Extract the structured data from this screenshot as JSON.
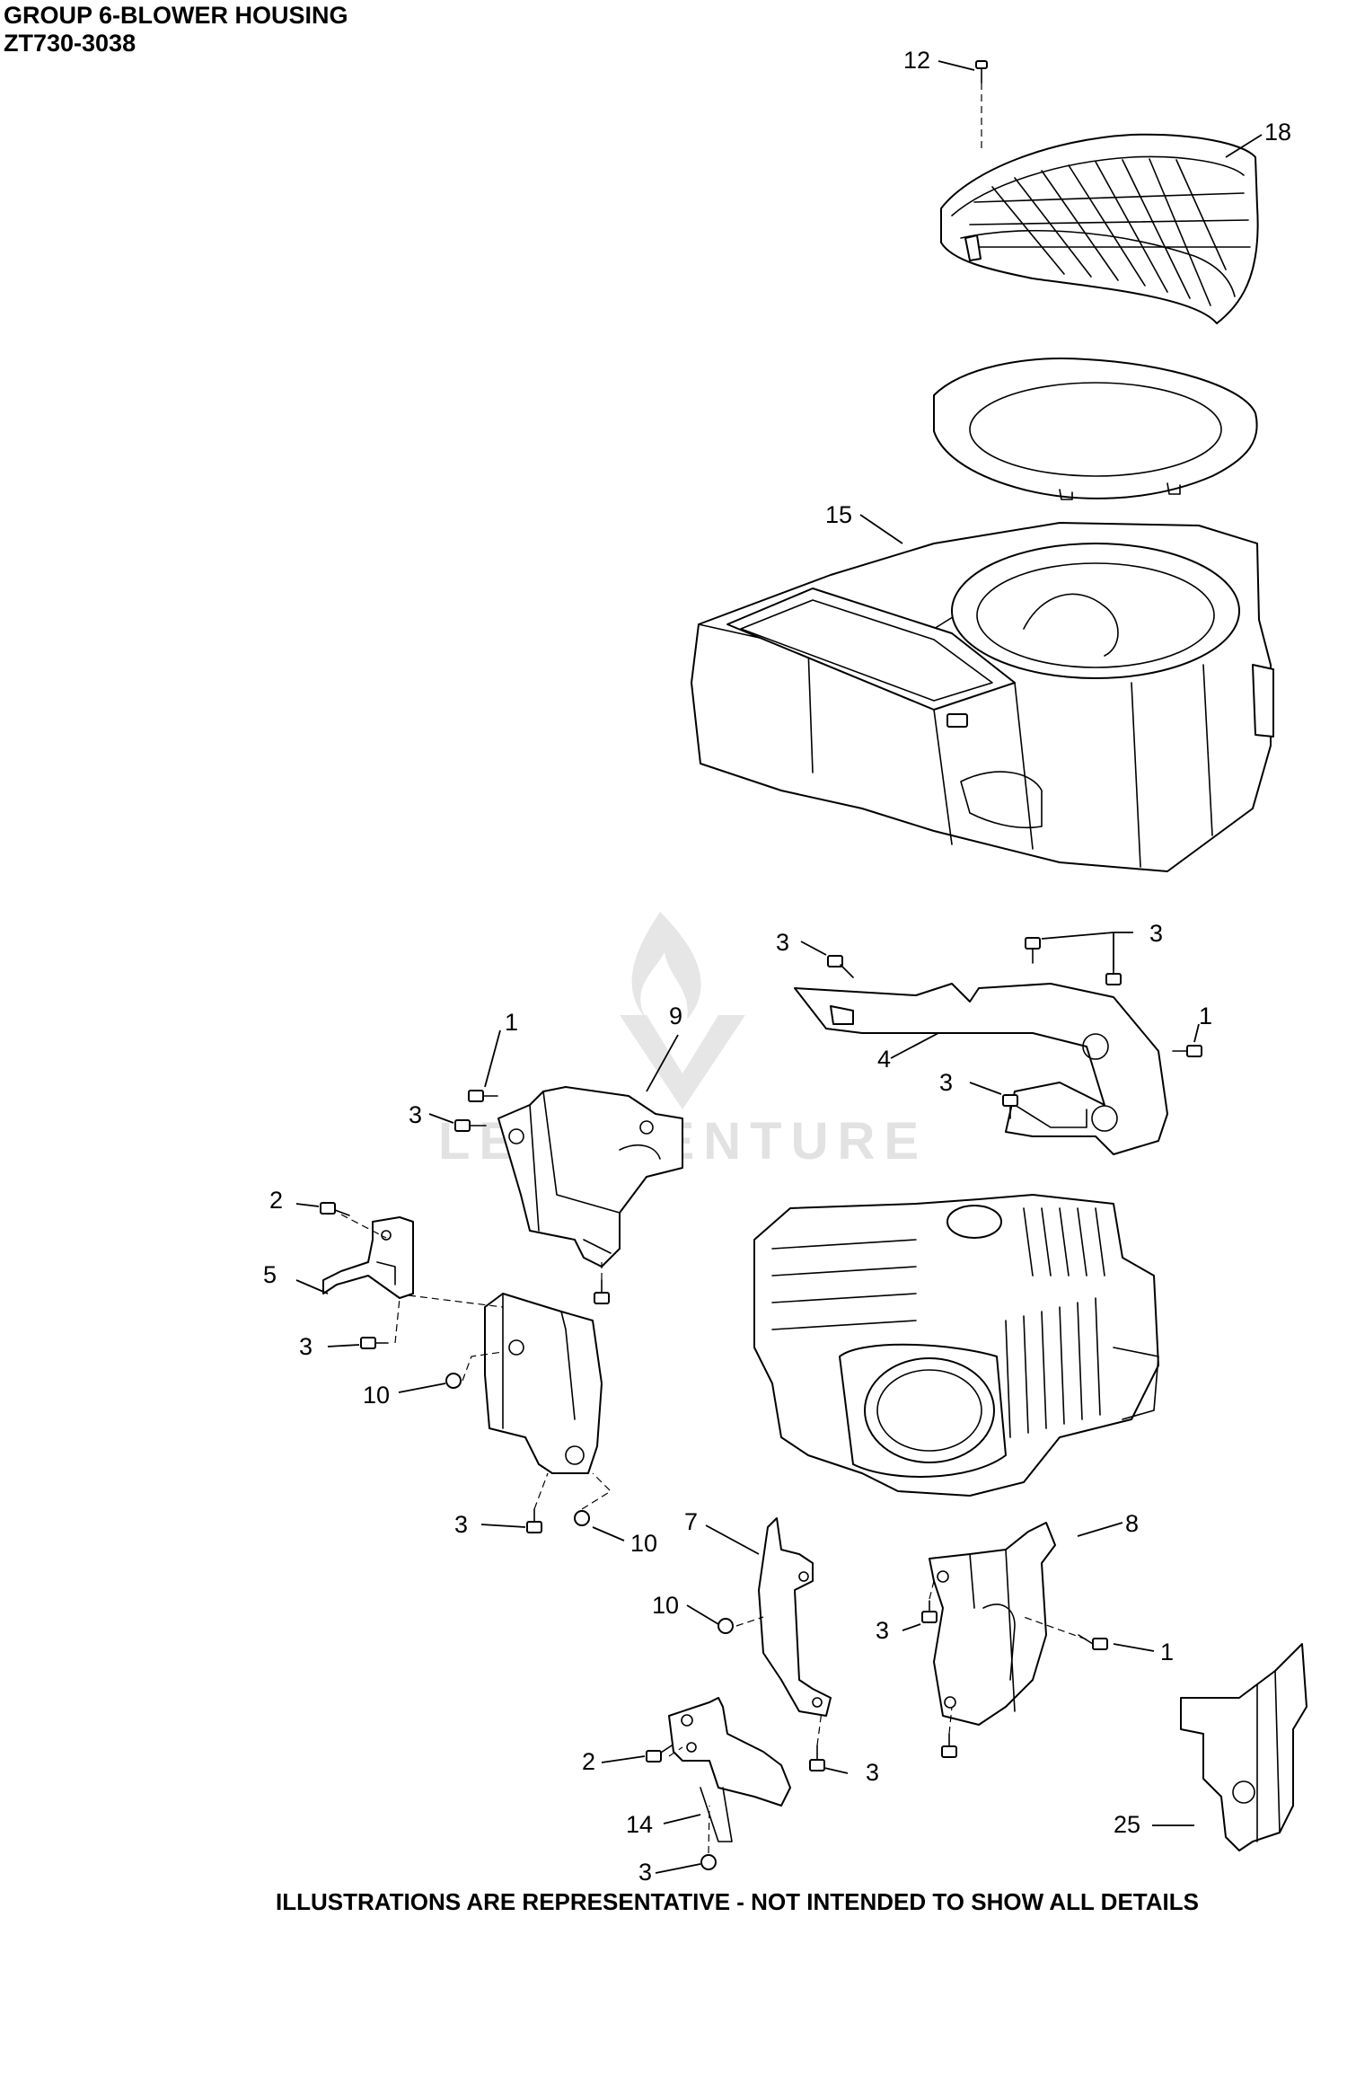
{
  "header": {
    "title": "GROUP 6-BLOWER HOUSING",
    "model": "ZT730-3038"
  },
  "footer": {
    "note": "ILLUSTRATIONS ARE REPRESENTATIVE - NOT INTENDED TO SHOW ALL DETAILS"
  },
  "watermark": {
    "text": "LEADVENTURE"
  },
  "callouts": [
    "12",
    "18",
    "15",
    "3",
    "3",
    "1",
    "9",
    "4",
    "3",
    "1",
    "3",
    "2",
    "5",
    "3",
    "10",
    "3",
    "10",
    "7",
    "8",
    "10",
    "3",
    "1",
    "2",
    "3",
    "14",
    "25",
    "3"
  ],
  "colors": {
    "line": "#000000",
    "background": "#ffffff",
    "watermark": "#e2e2e2"
  }
}
